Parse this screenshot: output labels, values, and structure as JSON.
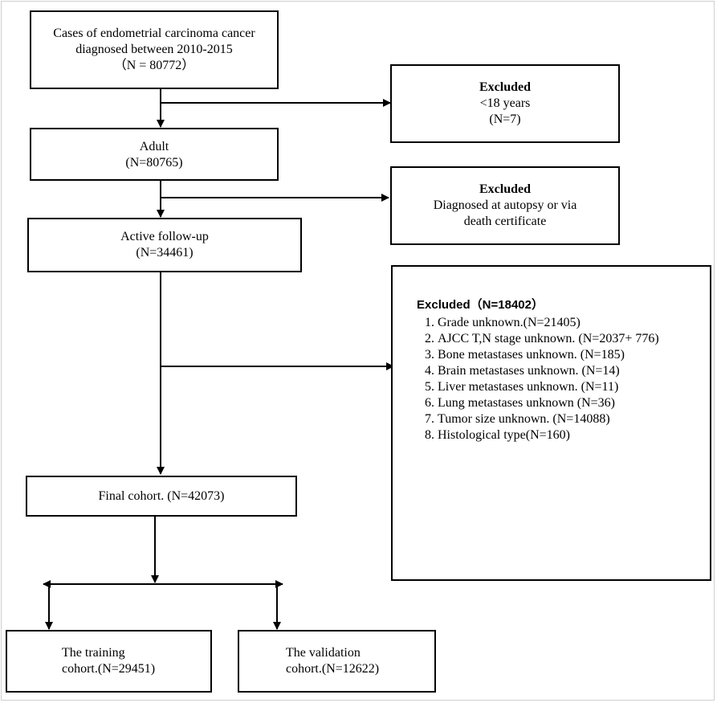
{
  "start": {
    "line1": "Cases of endometrial carcinoma cancer",
    "line2": "diagnosed between 2010-2015",
    "line3": "（N = 80772）"
  },
  "adult": {
    "line1": "Adult",
    "line2": "(N=80765)"
  },
  "followup": {
    "line1": "Active follow-up",
    "line2": "(N=34461)"
  },
  "final": {
    "line1": "Final cohort. (N=42073)"
  },
  "training": {
    "line1": "The training",
    "line2": "cohort.(N=29451)"
  },
  "validation": {
    "line1": "The validation",
    "line2": "cohort.(N=12622)"
  },
  "excluded1": {
    "title": "Excluded",
    "line1": "<18 years",
    "line2": "(N=7)"
  },
  "excluded2": {
    "title": "Excluded",
    "line1": "Diagnosed at autopsy or via",
    "line2": "death certificate"
  },
  "excluded3": {
    "title": "Excluded（N=18402）",
    "items": [
      "Grade unknown.(N=21405)",
      "AJCC T,N stage unknown. (N=2037+ 776)",
      "Bone metastases unknown. (N=185)",
      "Brain metastases unknown. (N=14)",
      "Liver metastases unknown. (N=11)",
      "Lung metastases unknown (N=36)",
      "Tumor size unknown. (N=14088)",
      "Histological type(N=160)"
    ]
  }
}
